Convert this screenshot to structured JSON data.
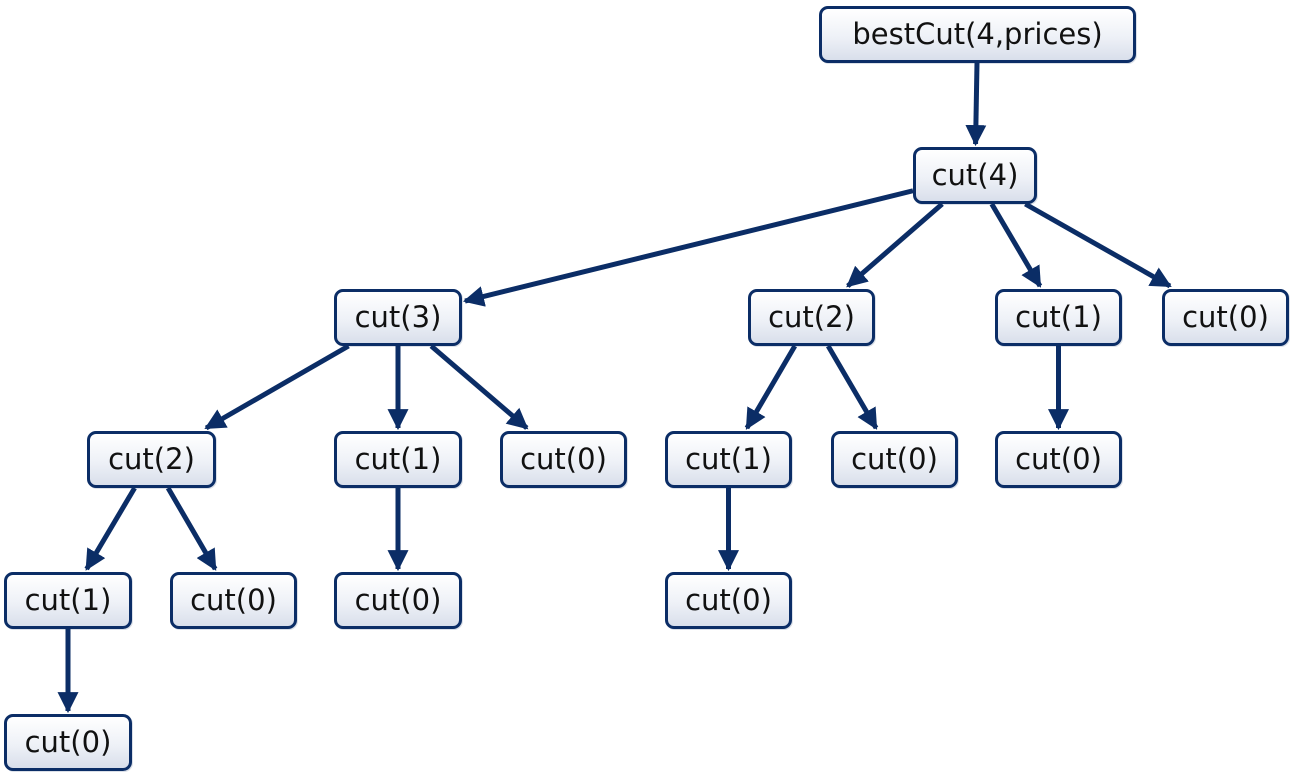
{
  "nodes": [
    {
      "id": "root",
      "label": "bestCut(4,prices)"
    },
    {
      "id": "n4",
      "label": "cut(4)"
    },
    {
      "id": "n3",
      "label": "cut(3)"
    },
    {
      "id": "n2b",
      "label": "cut(2)"
    },
    {
      "id": "n1c",
      "label": "cut(1)"
    },
    {
      "id": "n0d",
      "label": "cut(0)"
    },
    {
      "id": "n2a",
      "label": "cut(2)"
    },
    {
      "id": "n1b",
      "label": "cut(1)"
    },
    {
      "id": "n0c",
      "label": "cut(0)"
    },
    {
      "id": "n1a",
      "label": "cut(1)"
    },
    {
      "id": "n0a2",
      "label": "cut(0)"
    },
    {
      "id": "n0a1",
      "label": "cut(0)"
    },
    {
      "id": "n1d",
      "label": "cut(1)"
    },
    {
      "id": "n0e",
      "label": "cut(0)"
    },
    {
      "id": "n0f",
      "label": "cut(0)"
    },
    {
      "id": "n0b",
      "label": "cut(0)"
    },
    {
      "id": "n0g",
      "label": "cut(0)"
    },
    {
      "id": "n0h",
      "label": "cut(0)"
    }
  ],
  "edges": [
    [
      "root",
      "n4"
    ],
    [
      "n4",
      "n3"
    ],
    [
      "n4",
      "n2b"
    ],
    [
      "n4",
      "n1c"
    ],
    [
      "n4",
      "n0d"
    ],
    [
      "n3",
      "n2a"
    ],
    [
      "n3",
      "n1b"
    ],
    [
      "n3",
      "n0c"
    ],
    [
      "n2a",
      "n1a"
    ],
    [
      "n2a",
      "n0a2"
    ],
    [
      "n1a",
      "n0a1"
    ],
    [
      "n1b",
      "n0b"
    ],
    [
      "n2b",
      "n1d"
    ],
    [
      "n2b",
      "n0e"
    ],
    [
      "n1d",
      "n0g"
    ],
    [
      "n1c",
      "n0f"
    ]
  ],
  "colors": {
    "stroke": "#0b2d66",
    "node_fill": "#e8ecf4"
  }
}
